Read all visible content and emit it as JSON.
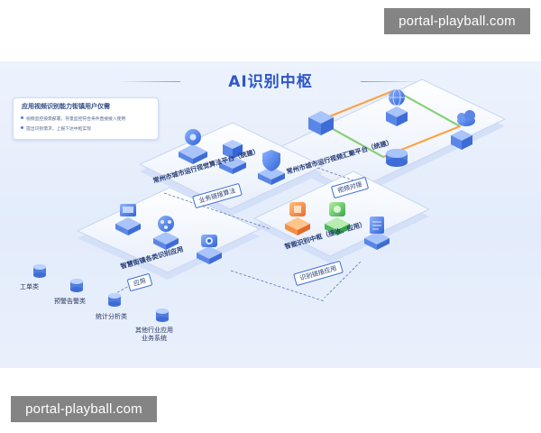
{
  "watermarks": [
    "portal-playball.com",
    "portal-playball.com"
  ],
  "diagram": {
    "title": "AI识别中枢",
    "note": {
      "title": "应用视频识别能力街镇用户仅需",
      "items": [
        "视频监控按需部署，存量监控符合条件直接接入使用",
        "提出识别需求，上报下达中枢实现"
      ]
    },
    "platforms": {
      "algorithm_platform": "常州市城市运行视觉算法平台（统建）",
      "video_platform": "常州市城市运行视频汇聚平台（统建）",
      "ai_hub": "智能识别中枢（接收、应用）",
      "street_apps": "智慧街镇各类识别应用"
    },
    "links": {
      "algorithm_link": "业务链接算法",
      "video_link": "视频对接",
      "recognition_link": "识别链接应用",
      "apply": "应用"
    },
    "systems": [
      "工单类",
      "预警告警类",
      "统计分析类",
      "其他行业应用",
      "业务系统"
    ]
  },
  "colors": {
    "title_blue": "#2d56c9",
    "platform_white": "#f7faff",
    "accent_blue": "#3f6fd6",
    "orange": "#f08a3a",
    "green": "#47b55a"
  }
}
